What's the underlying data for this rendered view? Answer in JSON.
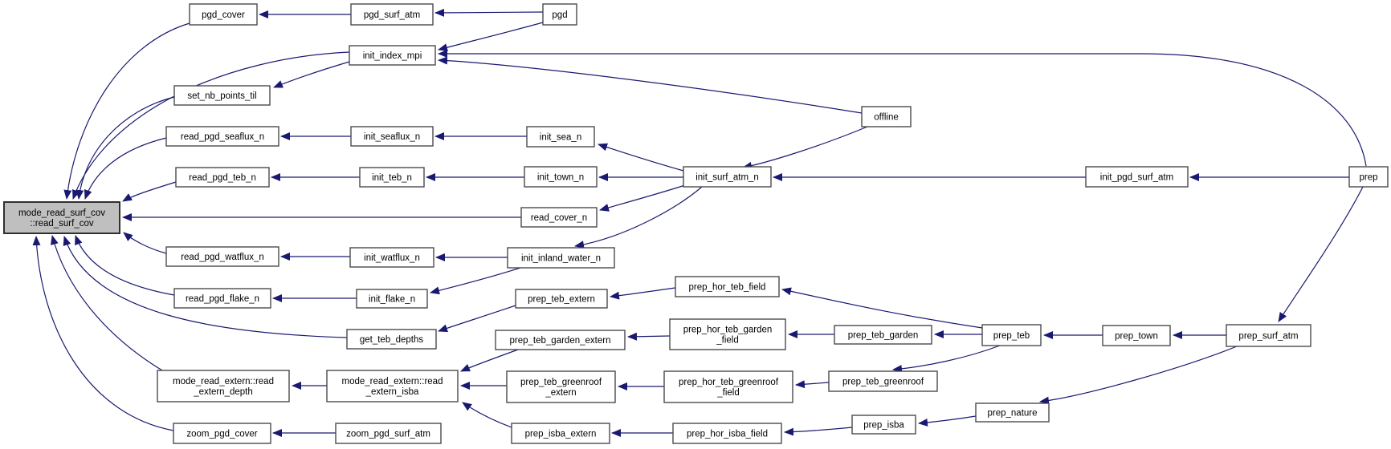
{
  "diagram": {
    "kind": "function-caller-graph",
    "focus": "read_surf_cov",
    "colors": {
      "edge": "#191970",
      "node_border": "#4a4a4a",
      "node_fill": "#ffffff",
      "focus_fill": "#bfbfbf",
      "text": "#000000",
      "background": "#ffffff"
    },
    "nodes": [
      {
        "id": "read_surf_cov",
        "label": [
          "mode_read_surf_cov",
          "::read_surf_cov"
        ],
        "focus": true
      },
      {
        "id": "pgd_cover",
        "label": [
          "pgd_cover"
        ]
      },
      {
        "id": "pgd_surf_atm",
        "label": [
          "pgd_surf_atm"
        ]
      },
      {
        "id": "pgd",
        "label": [
          "pgd"
        ]
      },
      {
        "id": "init_index_mpi",
        "label": [
          "init_index_mpi"
        ]
      },
      {
        "id": "set_nb_points_til",
        "label": [
          "set_nb_points_til"
        ]
      },
      {
        "id": "offline",
        "label": [
          "offline"
        ]
      },
      {
        "id": "read_pgd_seaflux_n",
        "label": [
          "read_pgd_seaflux_n"
        ]
      },
      {
        "id": "init_seaflux_n",
        "label": [
          "init_seaflux_n"
        ]
      },
      {
        "id": "init_sea_n",
        "label": [
          "init_sea_n"
        ]
      },
      {
        "id": "read_pgd_teb_n",
        "label": [
          "read_pgd_teb_n"
        ]
      },
      {
        "id": "init_teb_n",
        "label": [
          "init_teb_n"
        ]
      },
      {
        "id": "init_town_n",
        "label": [
          "init_town_n"
        ]
      },
      {
        "id": "init_surf_atm_n",
        "label": [
          "init_surf_atm_n"
        ]
      },
      {
        "id": "init_pgd_surf_atm",
        "label": [
          "init_pgd_surf_atm"
        ]
      },
      {
        "id": "prep",
        "label": [
          "prep"
        ]
      },
      {
        "id": "read_cover_n",
        "label": [
          "read_cover_n"
        ]
      },
      {
        "id": "read_pgd_watflux_n",
        "label": [
          "read_pgd_watflux_n"
        ]
      },
      {
        "id": "init_watflux_n",
        "label": [
          "init_watflux_n"
        ]
      },
      {
        "id": "init_inland_water_n",
        "label": [
          "init_inland_water_n"
        ]
      },
      {
        "id": "prep_hor_teb_field",
        "label": [
          "prep_hor_teb_field"
        ]
      },
      {
        "id": "read_pgd_flake_n",
        "label": [
          "read_pgd_flake_n"
        ]
      },
      {
        "id": "init_flake_n",
        "label": [
          "init_flake_n"
        ]
      },
      {
        "id": "prep_teb_extern",
        "label": [
          "prep_teb_extern"
        ]
      },
      {
        "id": "get_teb_depths",
        "label": [
          "get_teb_depths"
        ]
      },
      {
        "id": "prep_teb_garden_extern",
        "label": [
          "prep_teb_garden_extern"
        ]
      },
      {
        "id": "prep_hor_teb_garden_field",
        "label": [
          "prep_hor_teb_garden",
          "_field"
        ]
      },
      {
        "id": "prep_teb_garden",
        "label": [
          "prep_teb_garden"
        ]
      },
      {
        "id": "prep_teb",
        "label": [
          "prep_teb"
        ]
      },
      {
        "id": "prep_town",
        "label": [
          "prep_town"
        ]
      },
      {
        "id": "prep_surf_atm",
        "label": [
          "prep_surf_atm"
        ]
      },
      {
        "id": "read_extern_depth",
        "label": [
          "mode_read_extern::read",
          "_extern_depth"
        ]
      },
      {
        "id": "read_extern_isba",
        "label": [
          "mode_read_extern::read",
          "_extern_isba"
        ]
      },
      {
        "id": "prep_teb_greenroof_extern",
        "label": [
          "prep_teb_greenroof",
          "_extern"
        ]
      },
      {
        "id": "prep_hor_teb_greenroof_field",
        "label": [
          "prep_hor_teb_greenroof",
          "_field"
        ]
      },
      {
        "id": "prep_teb_greenroof",
        "label": [
          "prep_teb_greenroof"
        ]
      },
      {
        "id": "prep_nature",
        "label": [
          "prep_nature"
        ]
      },
      {
        "id": "zoom_pgd_cover",
        "label": [
          "zoom_pgd_cover"
        ]
      },
      {
        "id": "zoom_pgd_surf_atm",
        "label": [
          "zoom_pgd_surf_atm"
        ]
      },
      {
        "id": "prep_isba_extern",
        "label": [
          "prep_isba_extern"
        ]
      },
      {
        "id": "prep_hor_isba_field",
        "label": [
          "prep_hor_isba_field"
        ]
      },
      {
        "id": "prep_isba",
        "label": [
          "prep_isba"
        ]
      }
    ],
    "edges": [
      {
        "from": "pgd_cover",
        "to": "read_surf_cov"
      },
      {
        "from": "init_index_mpi",
        "to": "read_surf_cov"
      },
      {
        "from": "set_nb_points_til",
        "to": "read_surf_cov"
      },
      {
        "from": "read_pgd_seaflux_n",
        "to": "read_surf_cov"
      },
      {
        "from": "read_pgd_teb_n",
        "to": "read_surf_cov"
      },
      {
        "from": "read_cover_n",
        "to": "read_surf_cov"
      },
      {
        "from": "read_pgd_watflux_n",
        "to": "read_surf_cov"
      },
      {
        "from": "read_pgd_flake_n",
        "to": "read_surf_cov"
      },
      {
        "from": "get_teb_depths",
        "to": "read_surf_cov"
      },
      {
        "from": "read_extern_depth",
        "to": "read_surf_cov"
      },
      {
        "from": "zoom_pgd_cover",
        "to": "read_surf_cov"
      },
      {
        "from": "pgd_surf_atm",
        "to": "pgd_cover"
      },
      {
        "from": "pgd",
        "to": "pgd_surf_atm"
      },
      {
        "from": "pgd",
        "to": "init_index_mpi"
      },
      {
        "from": "offline",
        "to": "init_index_mpi"
      },
      {
        "from": "prep",
        "to": "init_index_mpi"
      },
      {
        "from": "init_index_mpi",
        "to": "set_nb_points_til"
      },
      {
        "from": "init_seaflux_n",
        "to": "read_pgd_seaflux_n"
      },
      {
        "from": "init_sea_n",
        "to": "init_seaflux_n"
      },
      {
        "from": "init_surf_atm_n",
        "to": "init_sea_n"
      },
      {
        "from": "init_teb_n",
        "to": "read_pgd_teb_n"
      },
      {
        "from": "init_town_n",
        "to": "init_teb_n"
      },
      {
        "from": "init_surf_atm_n",
        "to": "init_town_n"
      },
      {
        "from": "offline",
        "to": "init_surf_atm_n"
      },
      {
        "from": "init_pgd_surf_atm",
        "to": "init_surf_atm_n"
      },
      {
        "from": "prep",
        "to": "init_pgd_surf_atm"
      },
      {
        "from": "init_surf_atm_n",
        "to": "read_cover_n"
      },
      {
        "from": "init_watflux_n",
        "to": "read_pgd_watflux_n"
      },
      {
        "from": "init_inland_water_n",
        "to": "init_watflux_n"
      },
      {
        "from": "init_surf_atm_n",
        "to": "init_inland_water_n"
      },
      {
        "from": "init_flake_n",
        "to": "read_pgd_flake_n"
      },
      {
        "from": "init_inland_water_n",
        "to": "init_flake_n"
      },
      {
        "from": "prep_hor_teb_field",
        "to": "prep_teb_extern"
      },
      {
        "from": "prep_teb_extern",
        "to": "get_teb_depths"
      },
      {
        "from": "prep_teb",
        "to": "prep_hor_teb_field"
      },
      {
        "from": "prep_hor_teb_garden_field",
        "to": "prep_teb_garden_extern"
      },
      {
        "from": "prep_teb_garden",
        "to": "prep_hor_teb_garden_field"
      },
      {
        "from": "prep_teb",
        "to": "prep_teb_garden"
      },
      {
        "from": "prep_town",
        "to": "prep_teb"
      },
      {
        "from": "prep_surf_atm",
        "to": "prep_town"
      },
      {
        "from": "prep",
        "to": "prep_surf_atm"
      },
      {
        "from": "read_extern_isba",
        "to": "read_extern_depth"
      },
      {
        "from": "prep_teb_garden_extern",
        "to": "read_extern_isba"
      },
      {
        "from": "prep_teb_greenroof_extern",
        "to": "read_extern_isba"
      },
      {
        "from": "prep_isba_extern",
        "to": "read_extern_isba"
      },
      {
        "from": "prep_hor_teb_greenroof_field",
        "to": "prep_teb_greenroof_extern"
      },
      {
        "from": "prep_teb_greenroof",
        "to": "prep_hor_teb_greenroof_field"
      },
      {
        "from": "prep_teb",
        "to": "prep_teb_greenroof"
      },
      {
        "from": "prep_surf_atm",
        "to": "prep_nature"
      },
      {
        "from": "prep_nature",
        "to": "prep_isba"
      },
      {
        "from": "prep_isba",
        "to": "prep_hor_isba_field"
      },
      {
        "from": "prep_hor_isba_field",
        "to": "prep_isba_extern"
      },
      {
        "from": "zoom_pgd_surf_atm",
        "to": "zoom_pgd_cover"
      }
    ]
  }
}
